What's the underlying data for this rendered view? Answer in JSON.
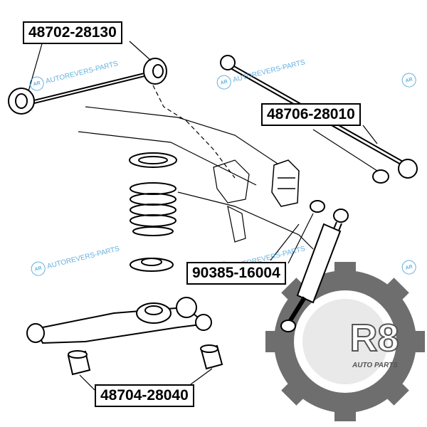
{
  "part_labels": [
    "48702-28130",
    "48706-28010",
    "90385-16004",
    "48704-28040"
  ],
  "watermark": {
    "icon_text": "AR",
    "text": "AUTOREVERS-PARTS",
    "color": "#4aa3d8"
  },
  "logo": {
    "text": "R8",
    "subtext": "AUTO PARTS",
    "gear_color": "#6e6e6e",
    "accent_color": "#d6262e"
  }
}
